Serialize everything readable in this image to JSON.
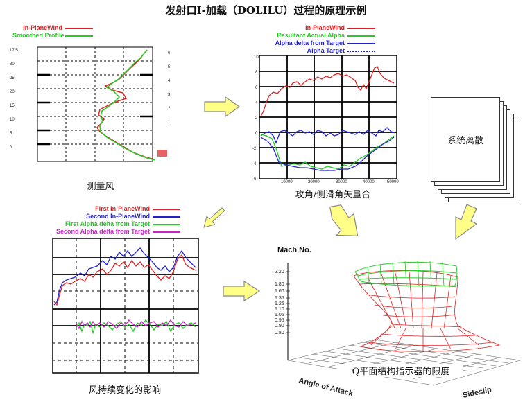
{
  "title": "发射口I-加载（DOLILU）过程的原理示例",
  "panel_wind": {
    "caption": "测量风",
    "legend": [
      {
        "label": "In-PlaneWind",
        "color": "#e02020"
      },
      {
        "label": "Smoothed Profile",
        "color": "#22cc22"
      }
    ]
  },
  "panel_alpha": {
    "caption": "攻角/侧滑角矢量合",
    "legend": [
      {
        "label": "In-PlaneWind",
        "color": "#e02020"
      },
      {
        "label": "Resultant Actual Alpha",
        "color": "#22cc22"
      },
      {
        "label": "Alpha delta from Target",
        "color": "#2222cc"
      },
      {
        "label": "Alpha Target",
        "color": "#2222cc"
      }
    ],
    "y_ticks": [
      "10",
      "8",
      "6",
      "4",
      "2",
      "0",
      "-2",
      "-4",
      "-6"
    ],
    "x_ticks": [
      "10000",
      "20000",
      "30000",
      "40000",
      "50000"
    ]
  },
  "panel_dispersion": {
    "label": "系统离散"
  },
  "panel_persist": {
    "caption": "风持续变化的影响",
    "legend": [
      {
        "label": "First In-PlaneWind",
        "color": "#e02020"
      },
      {
        "label": "Second In-PlaneWind",
        "color": "#2222cc"
      },
      {
        "label": "First Alpha delta from Target",
        "color": "#22cc22"
      },
      {
        "label": "Second Alpha delta from Target",
        "color": "#cc22cc"
      }
    ]
  },
  "panel_surface": {
    "caption": "Q平面结构指示器的限度",
    "z_label": "Mach No.",
    "x_label": "Angle of Attack",
    "y_label": "Sideslip",
    "z_ticks": [
      "2.20",
      "1.80",
      "1.60",
      "1.35",
      "1.25",
      "1.10",
      "1.05",
      "0.95",
      "0.90",
      "0.80"
    ]
  }
}
